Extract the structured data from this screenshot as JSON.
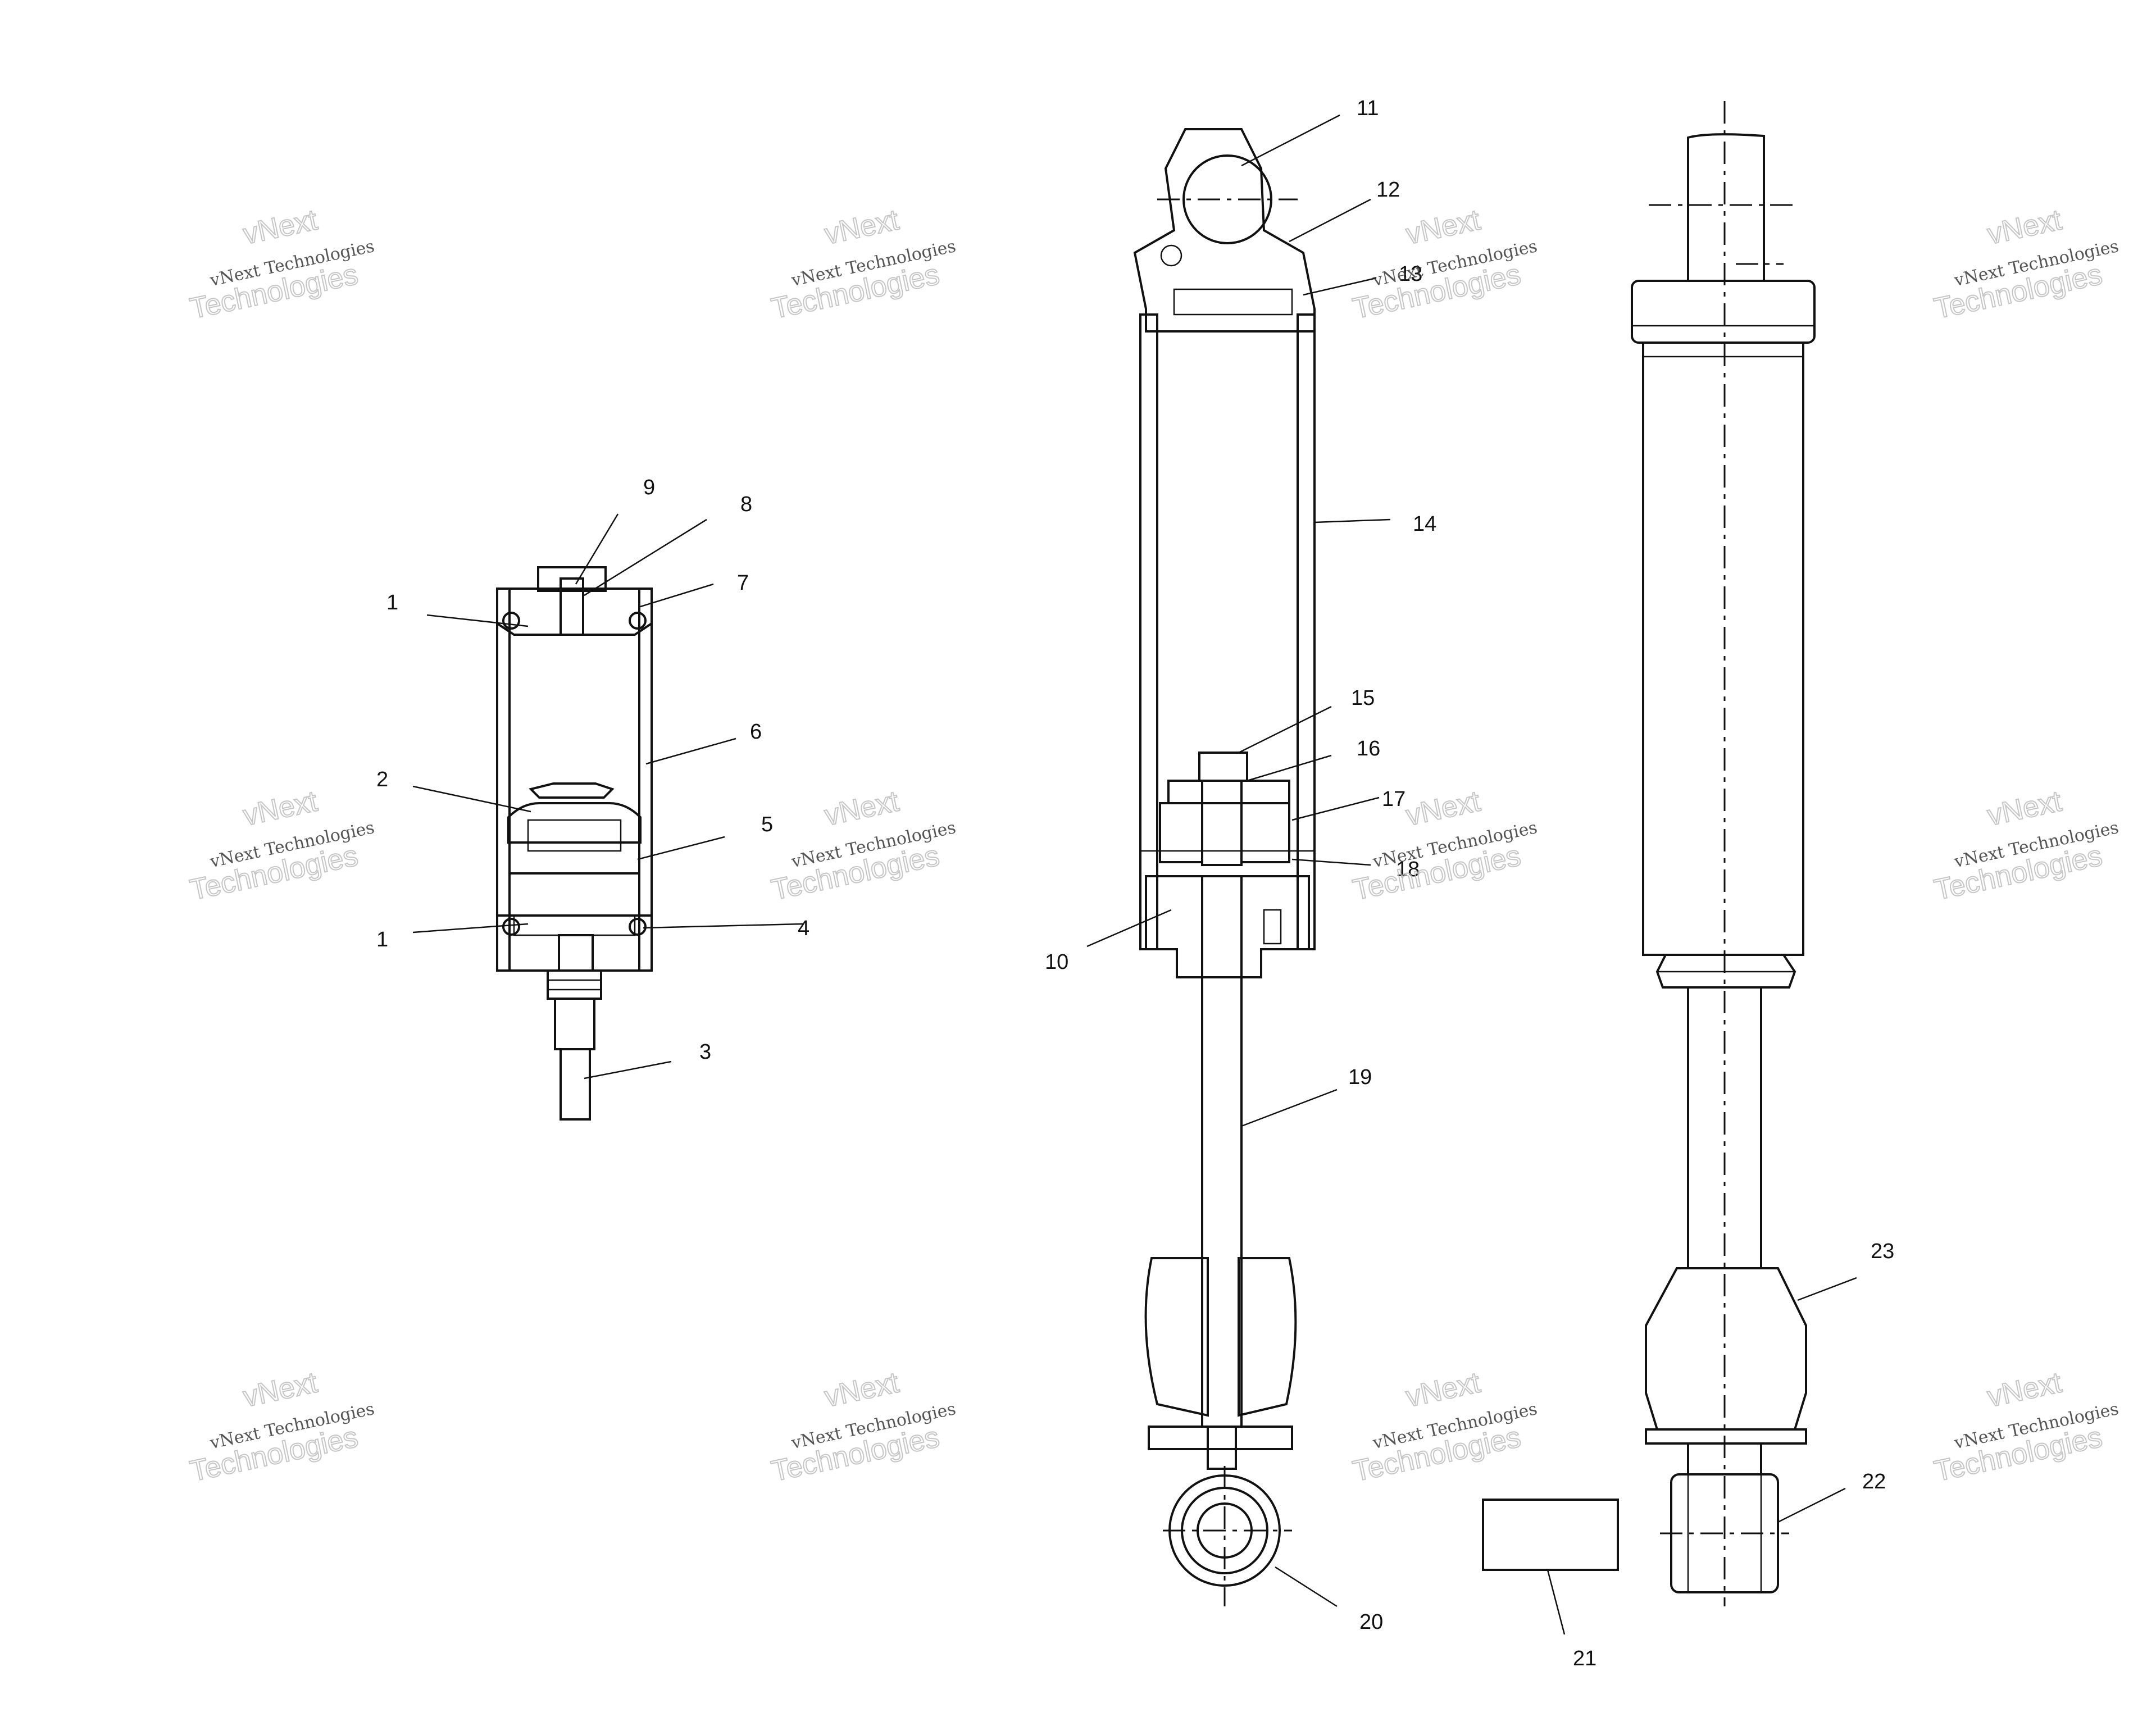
{
  "callouts": {
    "p1": "1",
    "p2": "2",
    "p3": "3",
    "p4": "4",
    "p5": "5",
    "p6": "6",
    "p7": "7",
    "p8": "8",
    "p9": "9",
    "p10": "10",
    "p11": "11",
    "p12": "12",
    "p13": "13",
    "p14": "14",
    "p15": "15",
    "p16": "16",
    "p17": "17",
    "p18": "18",
    "p19": "19",
    "p20": "20",
    "p21": "21",
    "p22": "22",
    "p23": "23"
  },
  "watermark": {
    "line1": "vNext Technologies",
    "line2": "vNext",
    "line3": "Technologies"
  }
}
